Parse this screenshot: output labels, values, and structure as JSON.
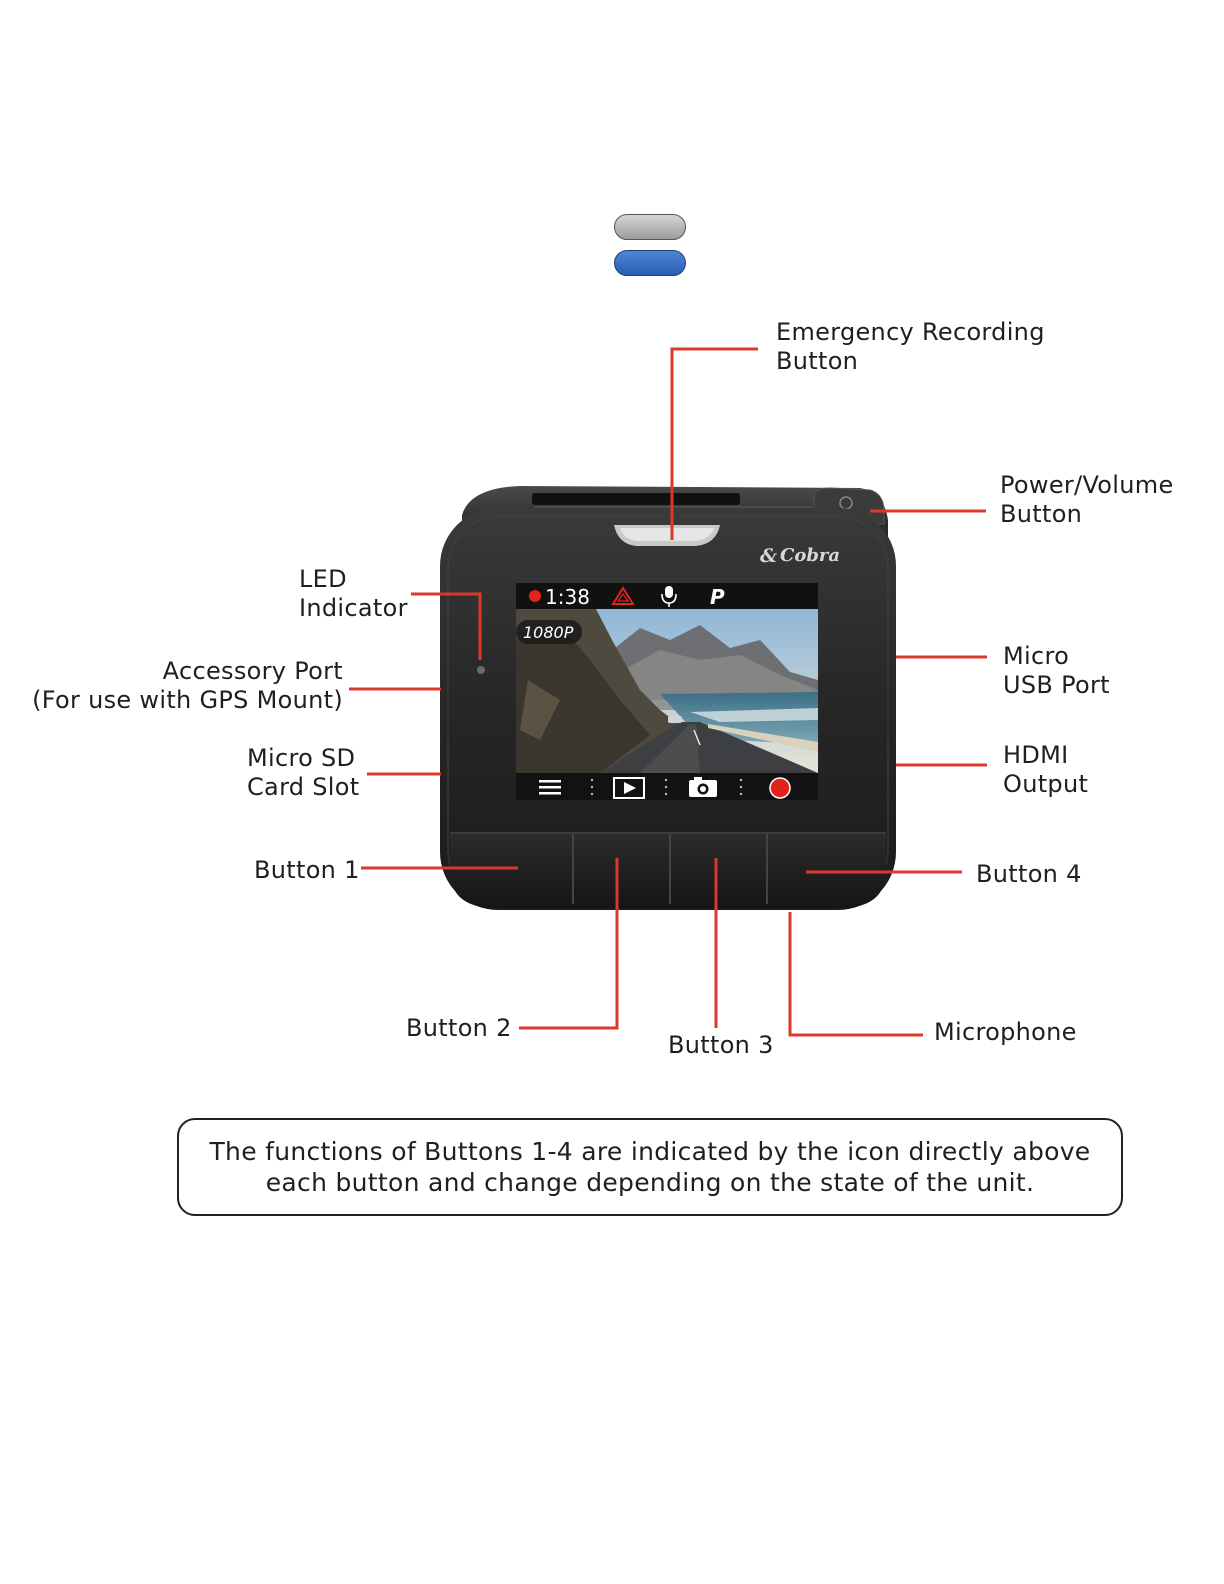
{
  "legend_pills": {
    "top_color": "#b8b8b8",
    "bottom_color": "#2f66bf"
  },
  "device": {
    "brand": "Cobra",
    "screen": {
      "record_time": "1:38",
      "resolution": "1080P",
      "mode_letter": "P",
      "status_icons": [
        "record-dot-icon",
        "hazard-triangle-icon",
        "microphone-icon"
      ],
      "toolbar_icons": [
        "menu-icon",
        "play-icon",
        "camera-icon",
        "record-icon"
      ]
    }
  },
  "callouts": {
    "emergency": {
      "line1": "Emergency Recording",
      "line2": "Button"
    },
    "power": {
      "line1": "Power/Volume",
      "line2": "Button"
    },
    "led": {
      "line1": "LED",
      "line2": "Indicator"
    },
    "accessory": {
      "line1": "Accessory Port",
      "line2": "(For use with GPS Mount)"
    },
    "microsd": {
      "line1": "Micro SD",
      "line2": "Card Slot"
    },
    "microusb": {
      "line1": "Micro",
      "line2": "USB Port"
    },
    "hdmi": {
      "line1": "HDMI",
      "line2": "Output"
    },
    "button1": "Button 1",
    "button2": "Button 2",
    "button3": "Button 3",
    "button4": "Button 4",
    "microphone": "Microphone"
  },
  "note": {
    "line1": "The functions of Buttons 1-4  are indicated by the icon directly above",
    "line2": "each button and change depending on the state of the unit."
  },
  "colors": {
    "leader_line": "#d9382b",
    "record_red": "#e0241b"
  }
}
